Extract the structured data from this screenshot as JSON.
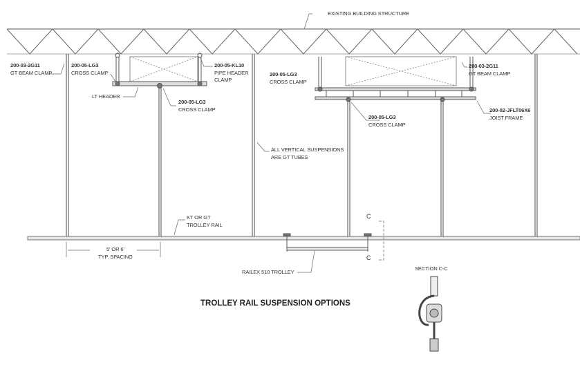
{
  "title": "TROLLEY RAIL SUSPENSION OPTIONS",
  "labels": {
    "building": "EXISTING BUILDING STRUCTURE",
    "beam_clamp_left": {
      "code": "200-03-2G11",
      "name": "GT BEAM CLAMP"
    },
    "cross_clamp_1": {
      "code": "200-05-LG3",
      "name": "CROSS CLAMP"
    },
    "pipe_header_clamp": {
      "code": "200-05-KL10",
      "name": "PIPE HEADER",
      "name2": "CLAMP"
    },
    "lt_header": "LT HEADER",
    "cross_clamp_2": {
      "code": "200-05-LG3",
      "name": "CROSS CLAMP"
    },
    "cross_clamp_3": {
      "code": "200-05-LG3",
      "name": "CROSS CLAMP"
    },
    "beam_clamp_right": {
      "code": "200-03-2G11",
      "name": "GT BEAM CLAMP"
    },
    "cross_clamp_4": {
      "code": "200-05-LG3",
      "name": "CROSS CLAMP"
    },
    "joist_frame": {
      "code": "200-02-JFLT06X6",
      "name": "JOIST FRAME"
    },
    "vertical_note": {
      "line1": "ALL VERTICAL SUSPENSIONS",
      "line2": "ARE GT TUBES"
    },
    "trolley_rail": {
      "line1": "KT OR GT",
      "line2": "TROLLEY RAIL"
    },
    "spacing": {
      "line1": "5' OR 6'",
      "line2": "TYP. SPACING"
    },
    "trolley": "RAILEX 510 TROLLEY",
    "section_mark_top": "C",
    "section_mark_bottom": "C",
    "section": "SECTION C-C"
  }
}
